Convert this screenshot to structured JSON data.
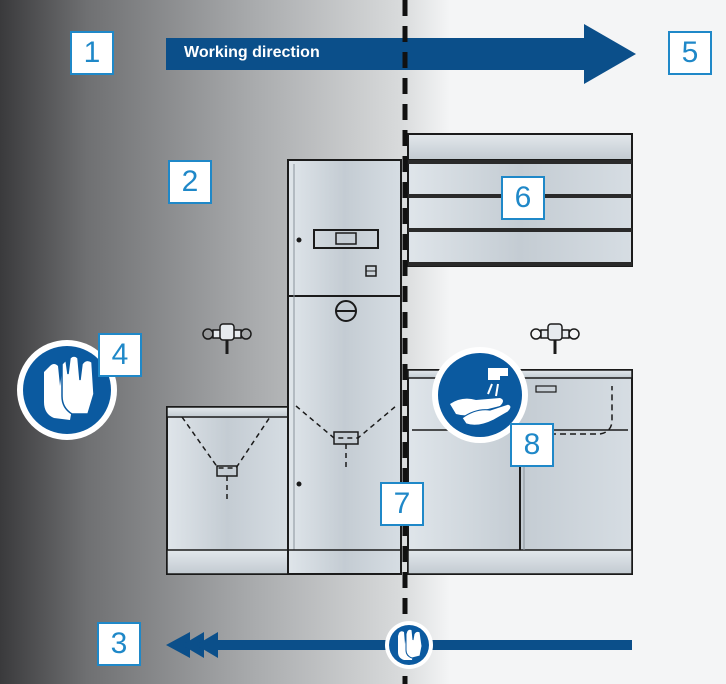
{
  "title": "",
  "working_direction": {
    "label": "Working direction"
  },
  "zones": [
    {
      "id": "unclean-side",
      "number": "2"
    },
    {
      "id": "clean-side",
      "number": "6"
    }
  ],
  "callouts": [
    {
      "key": "one",
      "number": "1"
    },
    {
      "key": "two",
      "number": "2"
    },
    {
      "key": "three",
      "number": "3"
    },
    {
      "key": "four",
      "number": "4"
    },
    {
      "key": "five",
      "number": "5"
    },
    {
      "key": "six",
      "number": "6"
    },
    {
      "key": "seven",
      "number": "7"
    },
    {
      "key": "eight",
      "number": "8"
    }
  ],
  "icons": {
    "protective_gloves": "protective-gloves-icon",
    "hand_washing": "hand-washing-icon",
    "return_gloves": "gloves-badge-icon"
  },
  "colors": {
    "arrow_blue": "#0b4f8a",
    "box_border": "#1f88c8",
    "box_text": "#1f88c8",
    "dark_zone": "#3a3a3c",
    "light_zone": "#f4f5f6",
    "sign_blue": "#0b5aa0"
  }
}
